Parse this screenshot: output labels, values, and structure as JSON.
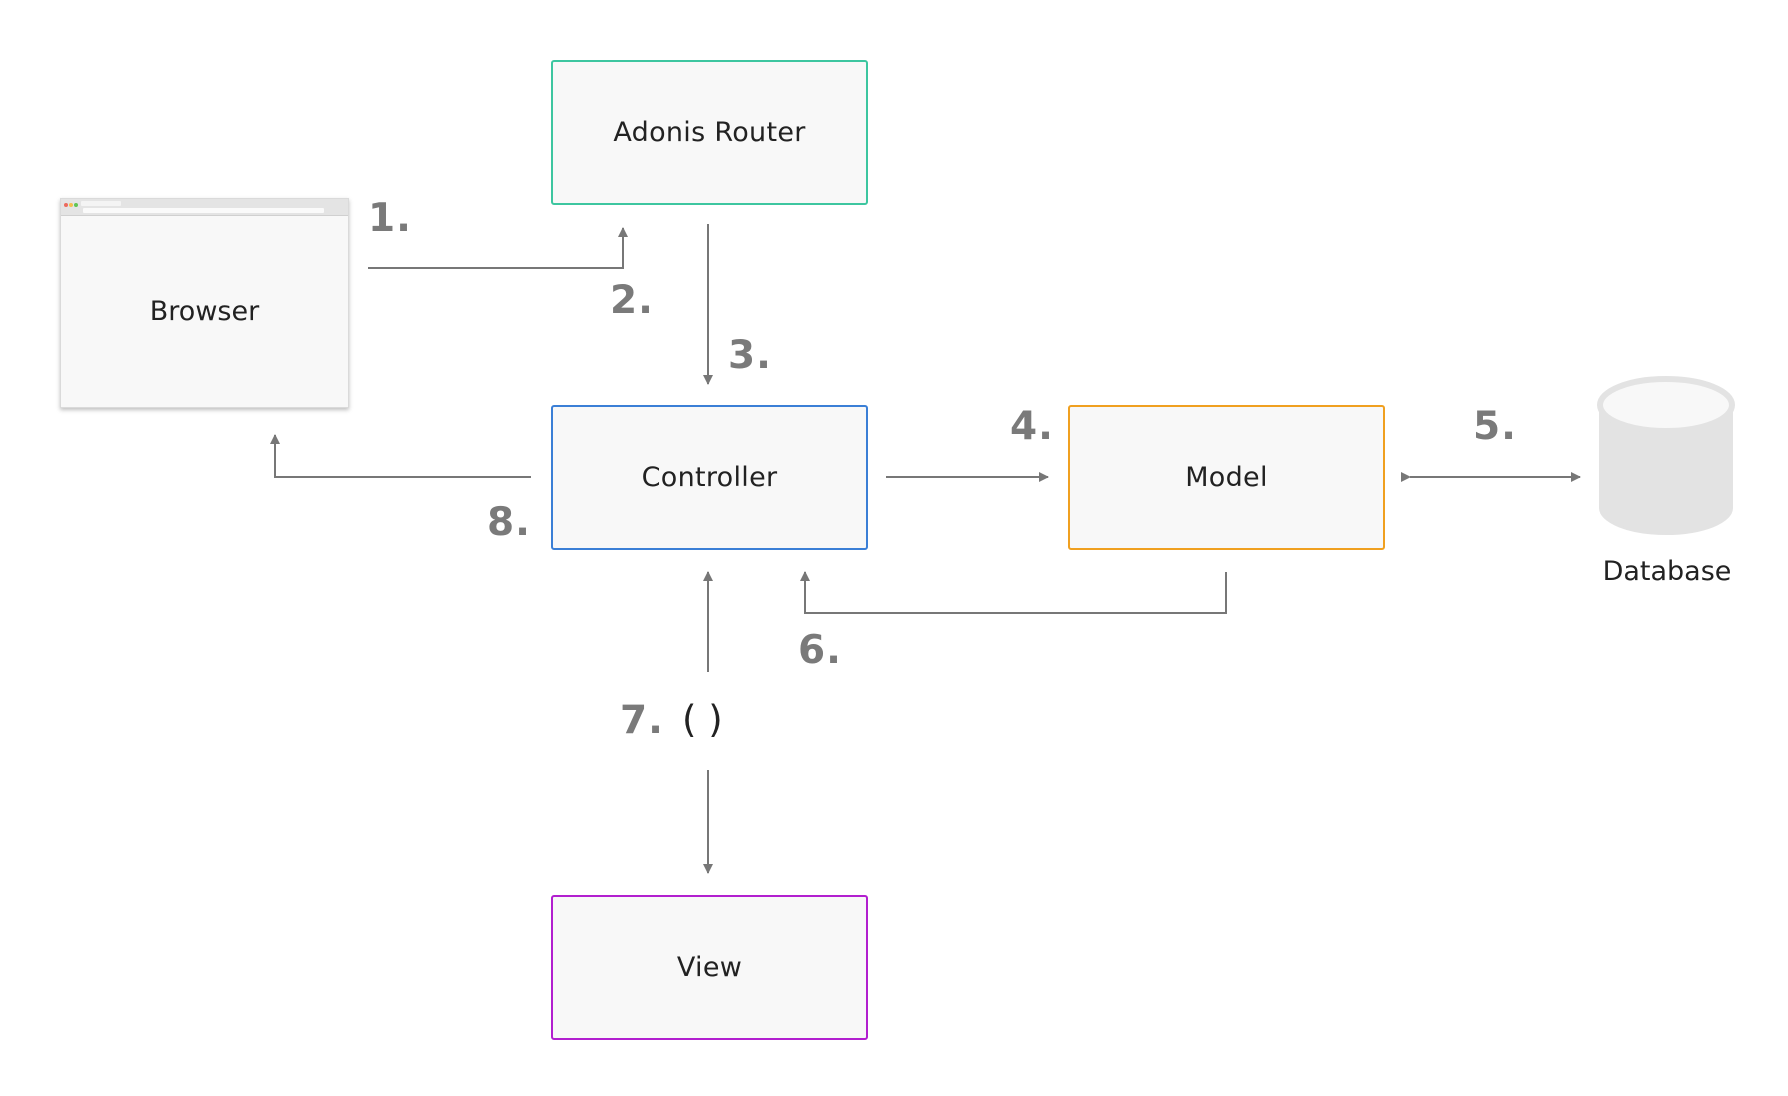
{
  "nodes": {
    "router": "Adonis Router",
    "browser": "Browser",
    "controller": "Controller",
    "model": "Model",
    "view": "View",
    "database": "Database"
  },
  "steps": {
    "s1": "1.",
    "s2": "2.",
    "s3": "3.",
    "s4": "4.",
    "s5": "5.",
    "s6": "6.",
    "s7": "7.",
    "s7_paren": "( )",
    "s8": "8."
  },
  "colors": {
    "router_border": "#3dc6a0",
    "controller_border": "#3b7fd6",
    "model_border": "#f0a020",
    "view_border": "#b21fcf",
    "arrow": "#777777",
    "database_fill": "#e3e3e3"
  }
}
